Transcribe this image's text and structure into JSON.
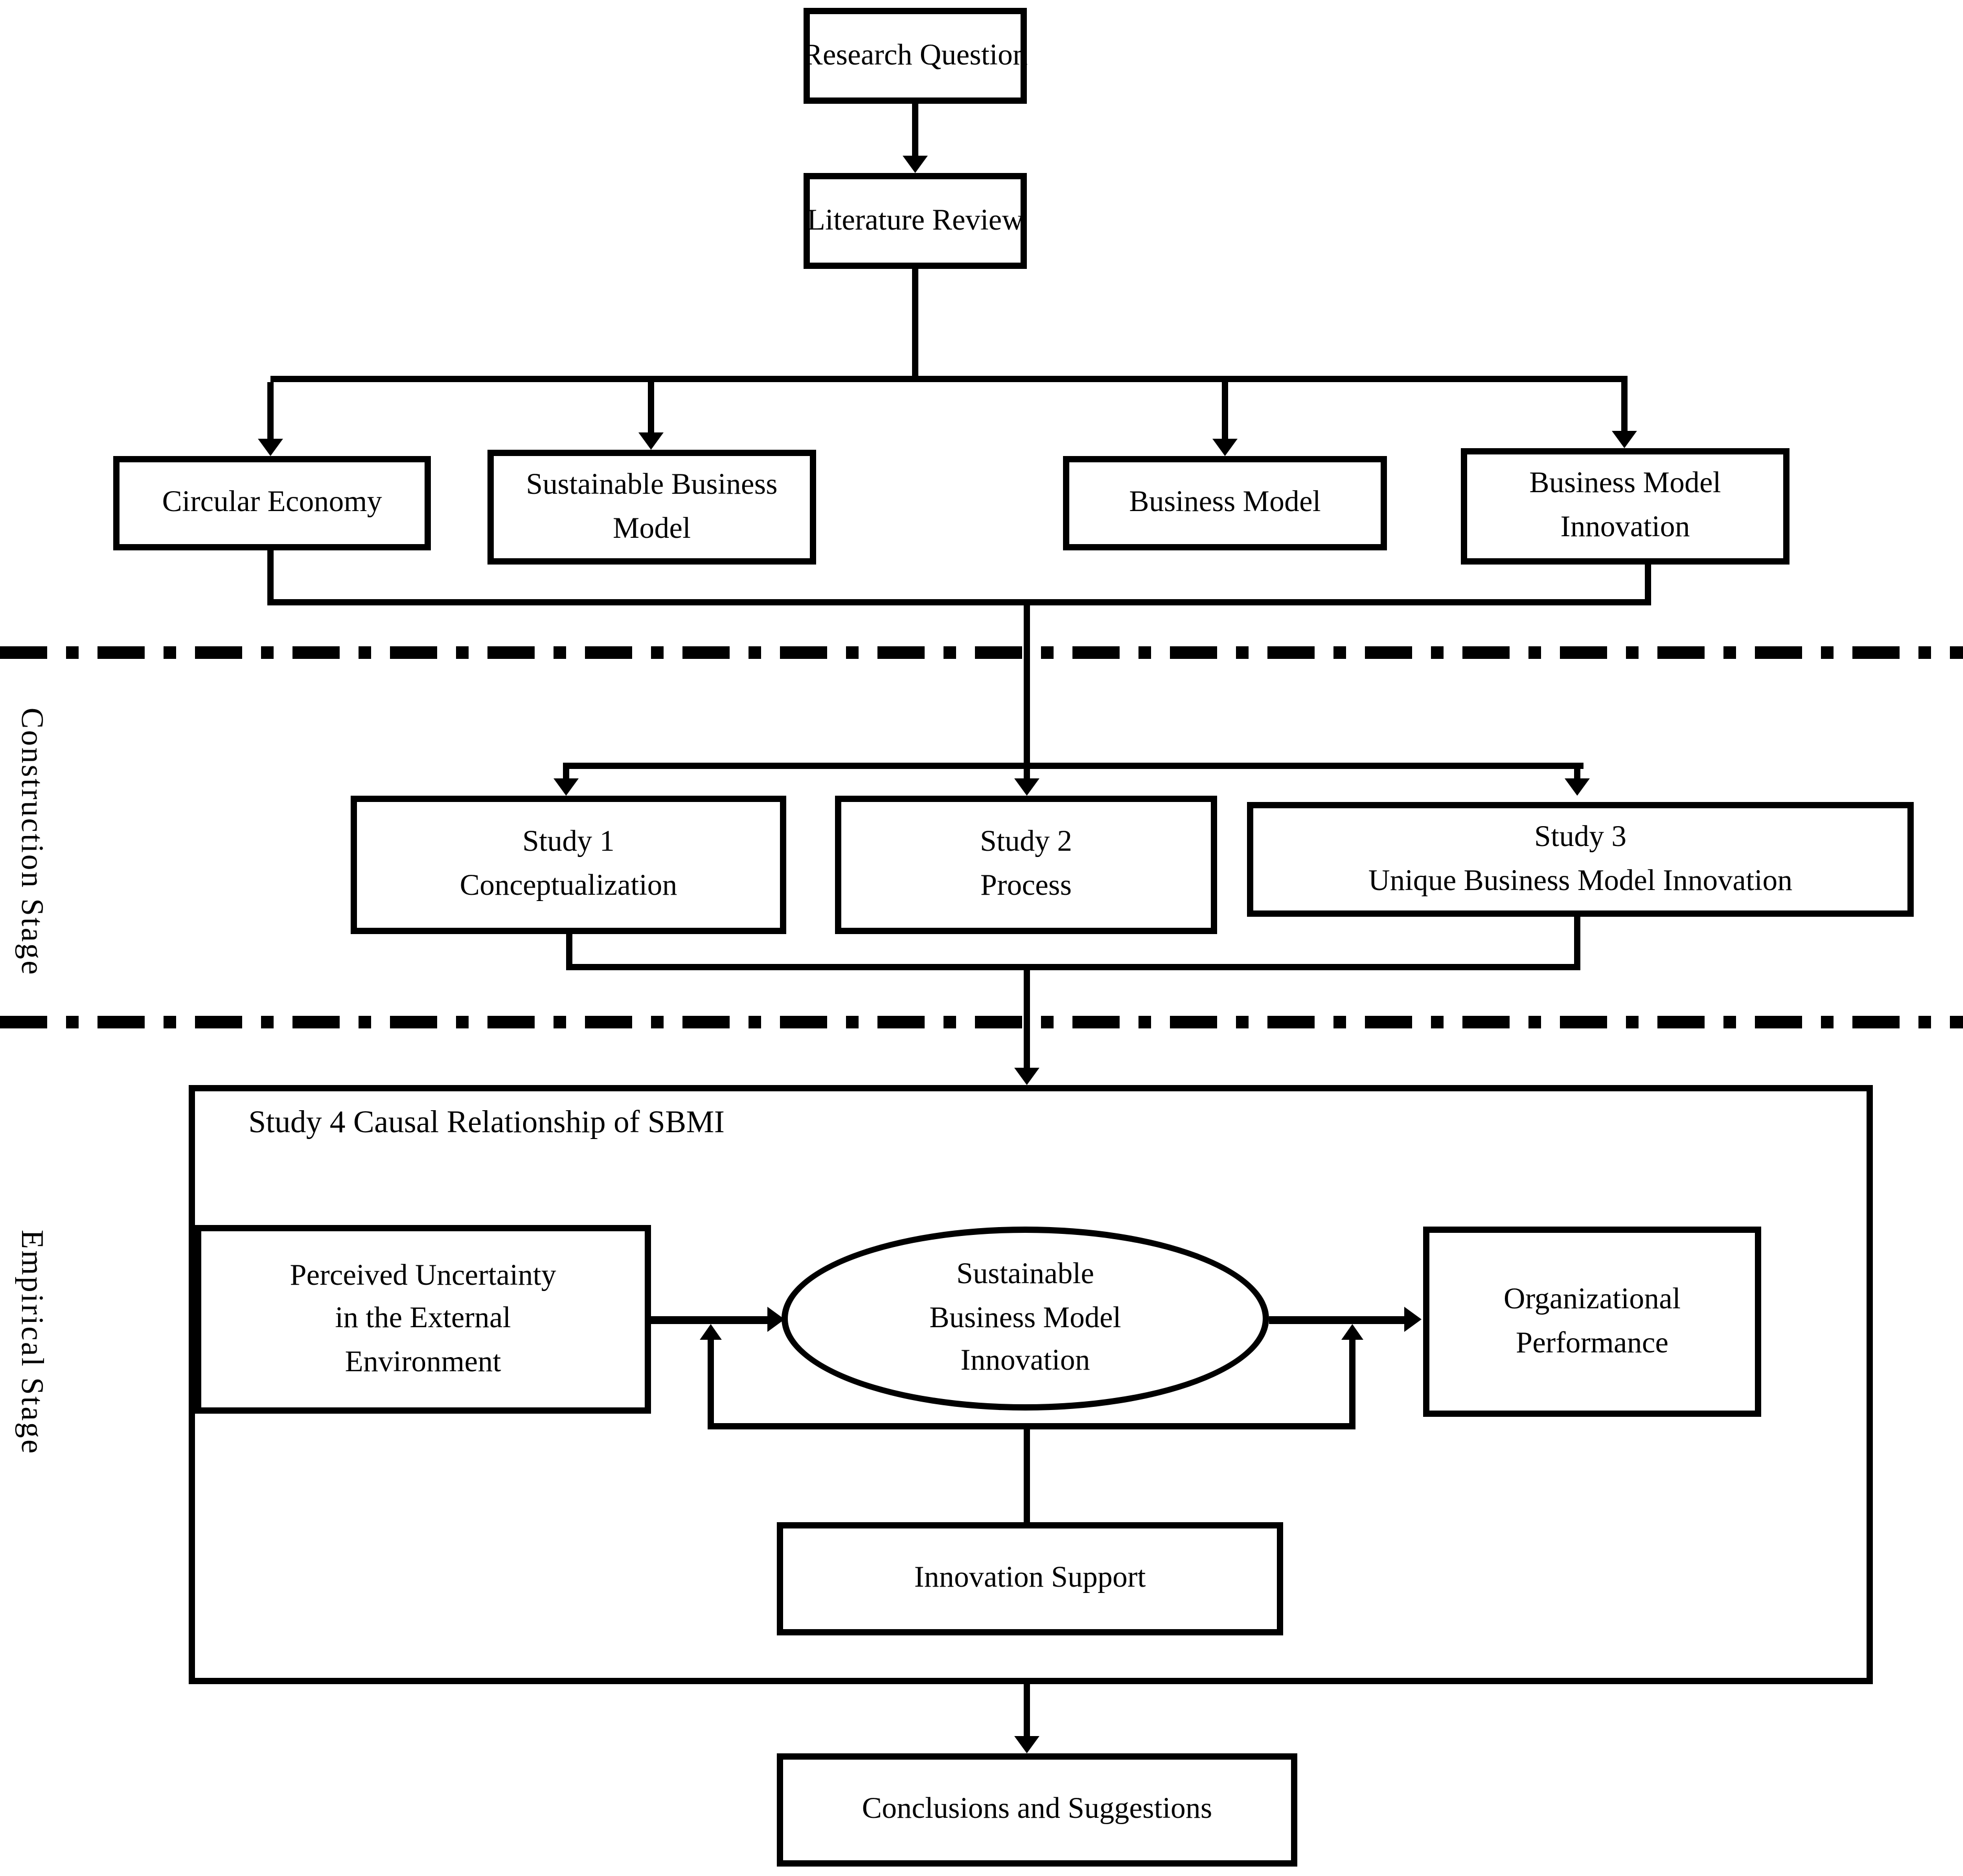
{
  "diagram": {
    "colors": {
      "ink": "#000000",
      "background": "#ffffff"
    },
    "stages": {
      "construction_label": "Construction Stage",
      "empirical_label": "Empirical Stage"
    },
    "nodes": {
      "research_question": {
        "label": "Research Question"
      },
      "literature_review": {
        "label": "Literature Review"
      },
      "circular_economy": {
        "label": "Circular Economy"
      },
      "sustainable_business_model": {
        "lines": [
          "Sustainable Business",
          "Model"
        ]
      },
      "business_model": {
        "label": "Business Model"
      },
      "business_model_innovation": {
        "lines": [
          "Business Model",
          "Innovation"
        ]
      },
      "study_1": {
        "lines": [
          "Study 1",
          "Conceptualization"
        ]
      },
      "study_2": {
        "lines": [
          "Study 2",
          "Process"
        ]
      },
      "study_3": {
        "lines": [
          "Study 3",
          "Unique Business Model Innovation"
        ]
      },
      "study_4_title": "Study 4 Causal Relationship of SBMI",
      "perceived_uncertainty": {
        "lines": [
          "Perceived Uncertainty",
          "in the External",
          "Environment"
        ]
      },
      "sbmi_ellipse": {
        "lines": [
          "Sustainable",
          "Business Model",
          "Innovation"
        ]
      },
      "organizational_performance": {
        "lines": [
          "Organizational",
          "Performance"
        ]
      },
      "innovation_support": {
        "label": "Innovation Support"
      },
      "conclusions": {
        "label": "Conclusions and Suggestions"
      }
    }
  }
}
